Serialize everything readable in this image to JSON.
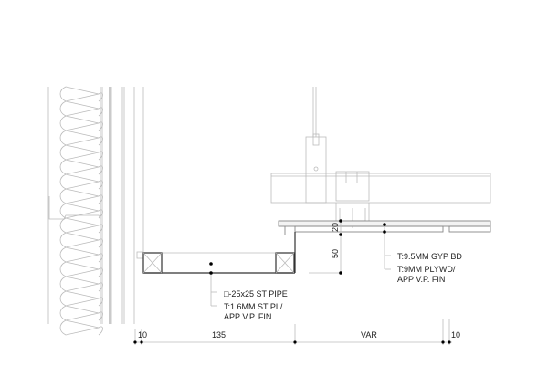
{
  "drawing": {
    "pipe_callout": {
      "line1": "□-25x25 ST PIPE",
      "line2": "T:1.6MM ST PL/",
      "line3": "APP V.P. FIN"
    },
    "ceiling_callout": {
      "line1": "T:9.5MM GYP BD",
      "line2": "T:9MM PLYWD/",
      "line3": "APP V.P. FIN"
    },
    "vertical_dims": {
      "board": "20",
      "drop": "50"
    },
    "horizontal_dims": [
      "10",
      "135",
      "VAR",
      "10"
    ]
  }
}
